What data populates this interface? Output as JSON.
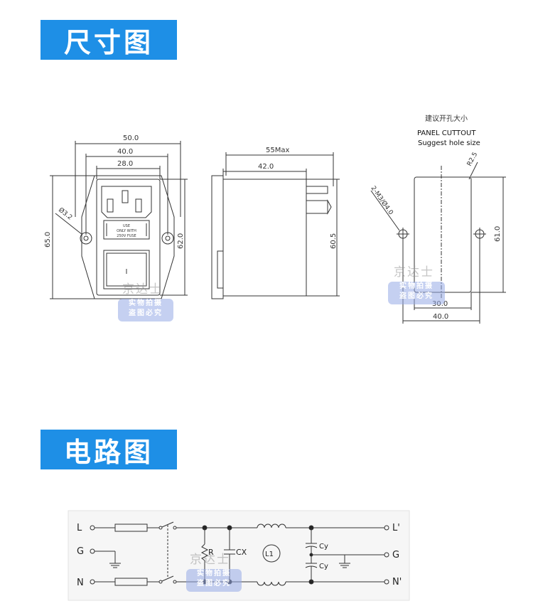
{
  "banners": {
    "dimensions": "尺寸图",
    "circuit": "电路图"
  },
  "front_view": {
    "dim_50": "50.0",
    "dim_40": "40.0",
    "dim_28": "28.0",
    "dim_65": "65.0",
    "dim_62": "62.0",
    "dim_hole": "Ø3.2",
    "fuse_label": [
      "USE",
      "ONLY WITH",
      "250V FUSE"
    ],
    "switch_mark": "I"
  },
  "side_view": {
    "dim_55max": "55Max",
    "dim_42": "42.0",
    "dim_60_5": "60.5"
  },
  "panel_cutout": {
    "title_cn": "建议开孔大小",
    "title_en": "PANEL CUTTOUT",
    "subtitle_en": "Suggest hole size",
    "dim_r": "R2.5",
    "dim_holes": "2-M3/Ø4.0",
    "dim_61": "61.0",
    "dim_30": "30.0",
    "dim_40": "40.0"
  },
  "circuit": {
    "in_L": "L",
    "in_G": "G",
    "in_N": "N",
    "out_L": "L'",
    "out_G": "G",
    "out_N": "N'",
    "resistor": "R",
    "cap_x": "CX",
    "inductor": "L1",
    "cap_y1": "Cy",
    "cap_y2": "Cy"
  },
  "watermark": {
    "brand": "京达士",
    "line1": "实物拍摄",
    "line2": "盗图必究"
  }
}
